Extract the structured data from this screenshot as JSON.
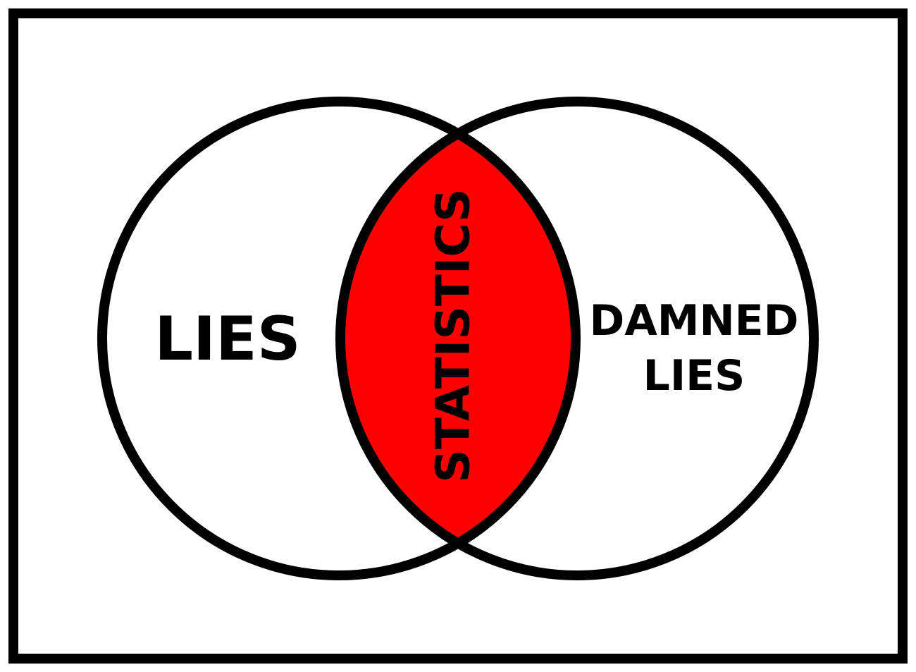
{
  "diagram": {
    "type": "venn",
    "left_set": {
      "label": "LIES"
    },
    "right_set": {
      "label_line1": "DAMNED",
      "label_line2": "LIES"
    },
    "intersection": {
      "label": "STATISTICS"
    }
  },
  "colors": {
    "background": "#ffffff",
    "outline": "#000000",
    "intersection_fill": "#ff0000",
    "text": "#000000"
  }
}
